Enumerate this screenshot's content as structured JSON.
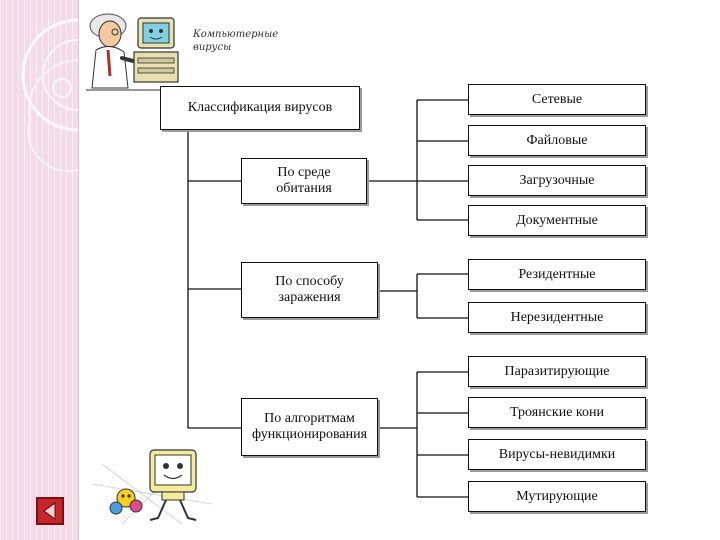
{
  "caption": {
    "line1": "Компьютерные",
    "line2": "вирусы"
  },
  "diagram": {
    "root": "Классификация вирусов",
    "groups": [
      {
        "title_line1": "По среде",
        "title_line2": "обитания",
        "items": [
          "Сетевые",
          "Файловые",
          "Загрузочные",
          "Документные"
        ]
      },
      {
        "title_line1": "По способу",
        "title_line2": "заражения",
        "items": [
          "Резидентные",
          "Нерезидентные"
        ]
      },
      {
        "title_line1": "По алгоритмам",
        "title_line2": "функционирования",
        "items": [
          "Паразитирующие",
          "Троянские кони",
          "Вирусы-невидимки",
          "Мутирующие"
        ]
      }
    ]
  },
  "colors": {
    "sidebar": "#f4dbe6",
    "nav_button": "#c4262b"
  },
  "icons": {
    "professor": "professor-at-computer-icon",
    "monitor": "smiling-monitor-icon",
    "nav": "back-arrow-icon"
  }
}
